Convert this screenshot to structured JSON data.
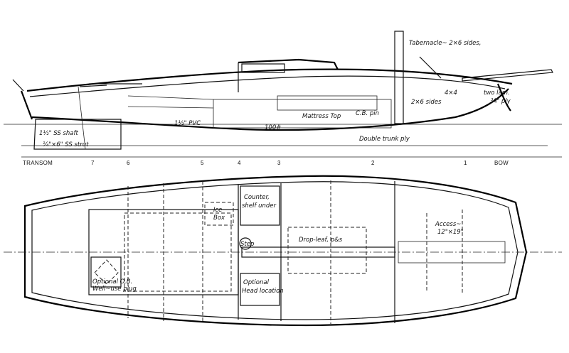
{
  "profile_notes": {
    "tabernacle": "Tabernacle~ 2×6 sides,",
    "shaft": "1½\" SS shaft",
    "strut": "¼\"×6\" SS strut",
    "pvc": "1½\" PVC",
    "mattress": "Mattress Top",
    "cb_pin": "C.B. pin",
    "keel": "100#",
    "sides": "2×6 sides",
    "post": "4×4",
    "two_lam": "two lam.",
    "ply": "¾\" ply",
    "trunk": "Double trunk ply"
  },
  "stations": {
    "transom": "TRANSOM",
    "bow": "BOW",
    "s7": "7",
    "s6": "6",
    "s5": "5",
    "s4": "4",
    "s3": "3",
    "s2": "2",
    "s1": "1"
  },
  "plan_notes": {
    "icebox_1": "Ice",
    "icebox_2": "Box",
    "counter_1": "Counter,",
    "counter_2": "shelf under",
    "dropleaf": "Drop-leaf, p&s",
    "access_1": "Access~",
    "access_2": "12\"×19\"",
    "step": "Step",
    "head_1": "Optional",
    "head_2": "Head location",
    "ob_1": "Optional O.B.",
    "ob_2": "Well~use plug"
  }
}
